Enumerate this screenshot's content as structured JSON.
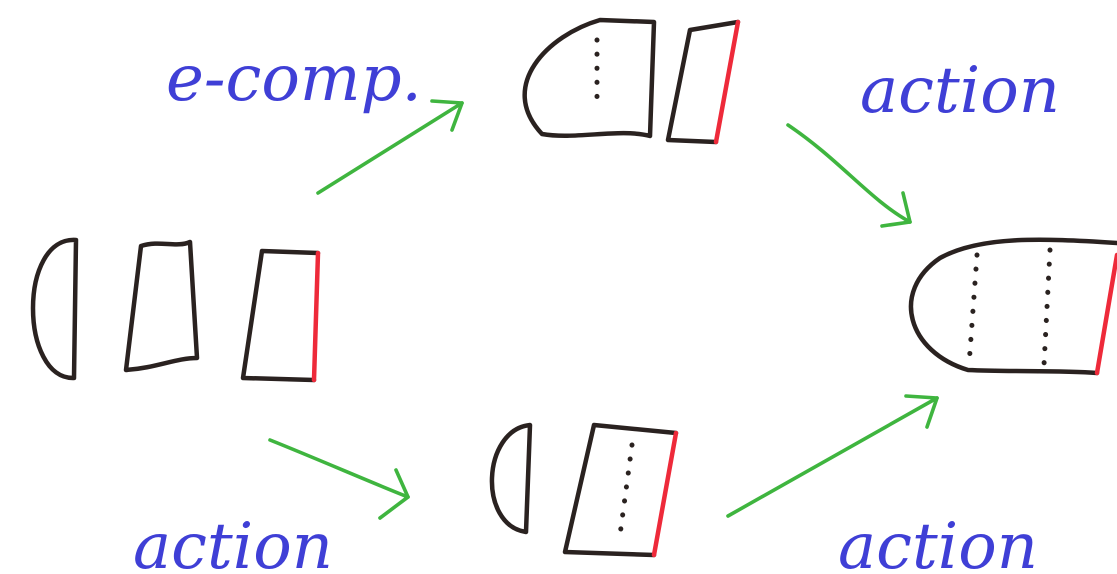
{
  "labels": {
    "top_left": "e-comp.",
    "top_right": "action",
    "bottom_left": "action",
    "bottom_right": "action"
  },
  "colors": {
    "ink": "#2a2220",
    "boundary": "#ee2a3a",
    "arrow": "#3fb53f",
    "label": "#3f3fd6"
  }
}
